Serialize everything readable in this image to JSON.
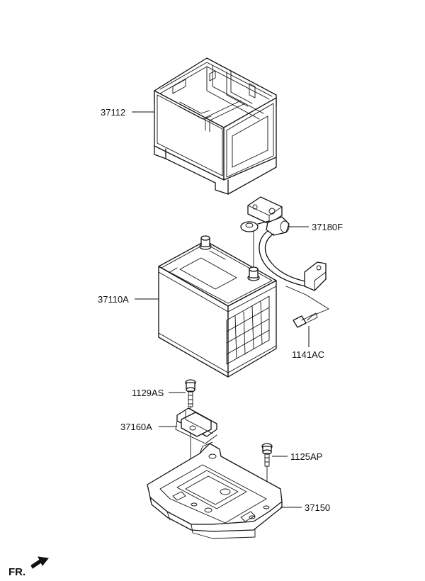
{
  "parts": [
    {
      "id": "tray-cover",
      "label": "37112"
    },
    {
      "id": "cable",
      "label": "37180F"
    },
    {
      "id": "battery",
      "label": "37110A"
    },
    {
      "id": "cable-bolt",
      "label": "1141AC"
    },
    {
      "id": "clamp-bolt",
      "label": "1129AS"
    },
    {
      "id": "clamp",
      "label": "37160A"
    },
    {
      "id": "tray-bolt",
      "label": "1125AP"
    },
    {
      "id": "tray",
      "label": "37150"
    }
  ],
  "direction_indicator": {
    "label": "FR.",
    "icon": "front-arrow-icon"
  }
}
